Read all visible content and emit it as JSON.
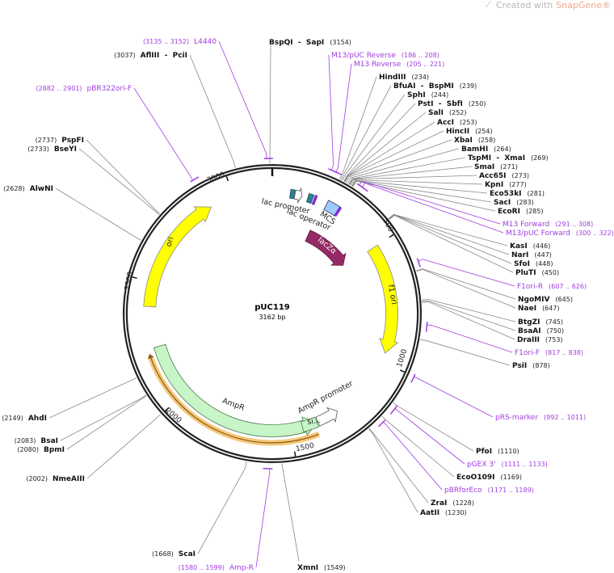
{
  "header": {
    "prefix": "Created with",
    "brand": "SnapGene®",
    "icon": "snapgene-logo-icon"
  },
  "plasmid": {
    "name": "pUC119",
    "length_label": "3162 bp",
    "length": 3162
  },
  "ticks": [
    "500",
    "1000",
    "1500",
    "2000",
    "2500",
    "3000"
  ],
  "colors": {
    "primer": "#a03ce0",
    "ori": "#ffff00",
    "ampr": "#c8f5c8",
    "lacz": "#932a63",
    "mcs": "#9ecbff",
    "lacop": "#2f7f95",
    "band": "#f5c77a"
  },
  "features": [
    {
      "name": "ori",
      "start": 2400,
      "end": 2900,
      "dir": 1
    },
    {
      "name": "f1 ori",
      "start": 500,
      "end": 960,
      "dir": 1
    },
    {
      "name": "AmpR",
      "start": 1380,
      "end": 2230,
      "dir": -1
    },
    {
      "name": "AmpR promoter",
      "start": 1285,
      "end": 1380,
      "dir": -1
    },
    {
      "name": "lacZα",
      "start": 215,
      "end": 490,
      "dir": 1
    },
    {
      "name": "lac promoter",
      "start": 95,
      "end": 125,
      "dir": 1
    },
    {
      "name": "lac operator",
      "start": 150,
      "end": 170,
      "dir": 1
    },
    {
      "name": "MCS",
      "start": 232,
      "end": 288,
      "dir": 0
    },
    {
      "name": "si...",
      "start": 1385,
      "end": 1450,
      "dir": 0
    }
  ],
  "sites": [
    {
      "type": "enzyme",
      "name": "BspQI  -  SapI",
      "pos": "(3154)"
    },
    {
      "type": "primer",
      "name": "M13/pUC Reverse",
      "pos": "(186 .. 208)"
    },
    {
      "type": "primer",
      "name": "M13 Reverse",
      "pos": "(205 .. 221)"
    },
    {
      "type": "enzyme",
      "name": "HindIII",
      "pos": "(234)"
    },
    {
      "type": "enzyme",
      "name": "BfuAI  -  BspMI",
      "pos": "(239)"
    },
    {
      "type": "enzyme",
      "name": "SphI",
      "pos": "(244)"
    },
    {
      "type": "enzyme",
      "name": "PstI  -  SbfI",
      "pos": "(250)"
    },
    {
      "type": "enzyme",
      "name": "SalI",
      "pos": "(252)"
    },
    {
      "type": "enzyme",
      "name": "AccI",
      "pos": "(253)"
    },
    {
      "type": "enzyme",
      "name": "HincII",
      "pos": "(254)"
    },
    {
      "type": "enzyme",
      "name": "XbaI",
      "pos": "(258)"
    },
    {
      "type": "enzyme",
      "name": "BamHI",
      "pos": "(264)"
    },
    {
      "type": "enzyme",
      "name": "TspMI  -  XmaI",
      "pos": "(269)"
    },
    {
      "type": "enzyme",
      "name": "SmaI",
      "pos": "(271)"
    },
    {
      "type": "enzyme",
      "name": "Acc65I",
      "pos": "(273)"
    },
    {
      "type": "enzyme",
      "name": "KpnI",
      "pos": "(277)"
    },
    {
      "type": "enzyme",
      "name": "Eco53kI",
      "pos": "(281)"
    },
    {
      "type": "enzyme",
      "name": "SacI",
      "pos": "(283)"
    },
    {
      "type": "enzyme",
      "name": "EcoRI",
      "pos": "(285)"
    },
    {
      "type": "primer",
      "name": "M13 Forward",
      "pos": "(291 .. 308)"
    },
    {
      "type": "primer",
      "name": "M13/pUC Forward",
      "pos": "(300 .. 322)"
    },
    {
      "type": "enzyme",
      "name": "KasI",
      "pos": "(446)"
    },
    {
      "type": "enzyme",
      "name": "NarI",
      "pos": "(447)"
    },
    {
      "type": "enzyme",
      "name": "SfoI",
      "pos": "(448)"
    },
    {
      "type": "enzyme",
      "name": "PluTI",
      "pos": "(450)"
    },
    {
      "type": "primer",
      "name": "F1ori-R",
      "pos": "(607 .. 626)"
    },
    {
      "type": "enzyme",
      "name": "NgoMIV",
      "pos": "(645)"
    },
    {
      "type": "enzyme",
      "name": "NaeI",
      "pos": "(647)"
    },
    {
      "type": "enzyme",
      "name": "BtgZI",
      "pos": "(745)"
    },
    {
      "type": "enzyme",
      "name": "BsaAI",
      "pos": "(750)"
    },
    {
      "type": "enzyme",
      "name": "DraIII",
      "pos": "(753)"
    },
    {
      "type": "primer",
      "name": "F1ori-F",
      "pos": "(817 .. 838)"
    },
    {
      "type": "enzyme",
      "name": "PsiI",
      "pos": "(878)"
    },
    {
      "type": "primer",
      "name": "pRS-marker",
      "pos": "(992 .. 1011)"
    },
    {
      "type": "enzyme",
      "name": "PfoI",
      "pos": "(1110)"
    },
    {
      "type": "primer",
      "name": "pGEX 3'",
      "pos": "(1111 .. 1133)"
    },
    {
      "type": "enzyme",
      "name": "EcoO109I",
      "pos": "(1169)"
    },
    {
      "type": "primer",
      "name": "pBRforEco",
      "pos": "(1171 .. 1189)"
    },
    {
      "type": "enzyme",
      "name": "ZraI",
      "pos": "(1228)"
    },
    {
      "type": "enzyme",
      "name": "AatII",
      "pos": "(1230)"
    },
    {
      "type": "enzyme",
      "name": "XmnI",
      "pos": "(1549)"
    },
    {
      "type": "primer",
      "name": "Amp-R",
      "pos": "(1580 .. 1599)"
    },
    {
      "type": "enzyme",
      "name": "ScaI",
      "pos": "(1668)"
    },
    {
      "type": "enzyme",
      "name": "NmeAIII",
      "pos": "(2002)"
    },
    {
      "type": "enzyme",
      "name": "BpmI",
      "pos": "(2080)"
    },
    {
      "type": "enzyme",
      "name": "BsaI",
      "pos": "(2083)"
    },
    {
      "type": "enzyme",
      "name": "AhdI",
      "pos": "(2149)"
    },
    {
      "type": "enzyme",
      "name": "AlwNI",
      "pos": "(2628)"
    },
    {
      "type": "enzyme",
      "name": "BseYI",
      "pos": "(2733)"
    },
    {
      "type": "enzyme",
      "name": "PspFI",
      "pos": "(2737)"
    },
    {
      "type": "primer",
      "name": "pBR322ori-F",
      "pos": "(2882 .. 2901)"
    },
    {
      "type": "enzyme",
      "name": "AflIII  -  PciI",
      "pos": "(3037)"
    },
    {
      "type": "primer",
      "name": "L4440",
      "pos": "(3135 .. 3152)"
    }
  ]
}
